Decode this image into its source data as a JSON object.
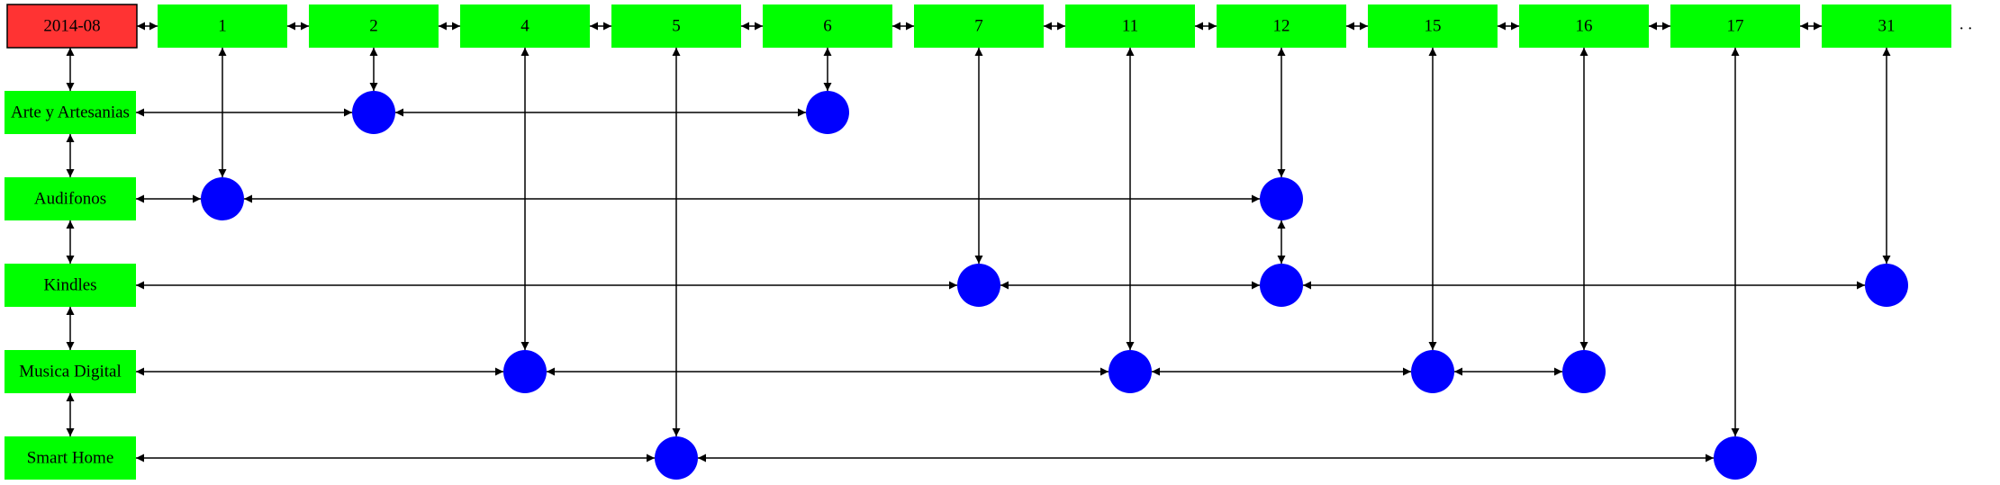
{
  "header_node": {
    "label": "2014-08",
    "color": "#ff3333"
  },
  "day_nodes": [
    "1",
    "2",
    "4",
    "5",
    "6",
    "7",
    "11",
    "12",
    "15",
    "16",
    "17",
    "31"
  ],
  "trailing_text": ". .",
  "categories": [
    "Arte y Artesanias",
    "Audifonos",
    "Kindles",
    "Musica Digital",
    "Smart Home"
  ],
  "events": {
    "Arte y Artesanias": [
      "2",
      "6"
    ],
    "Audifonos": [
      "1",
      "12"
    ],
    "Kindles": [
      "7",
      "12",
      "31"
    ],
    "Musica Digital": [
      "4",
      "11",
      "15",
      "16"
    ],
    "Smart Home": [
      "5",
      "17"
    ]
  },
  "colors": {
    "node_fill": "#00ff00",
    "event_fill": "#0000ff",
    "edge": "#000000"
  }
}
